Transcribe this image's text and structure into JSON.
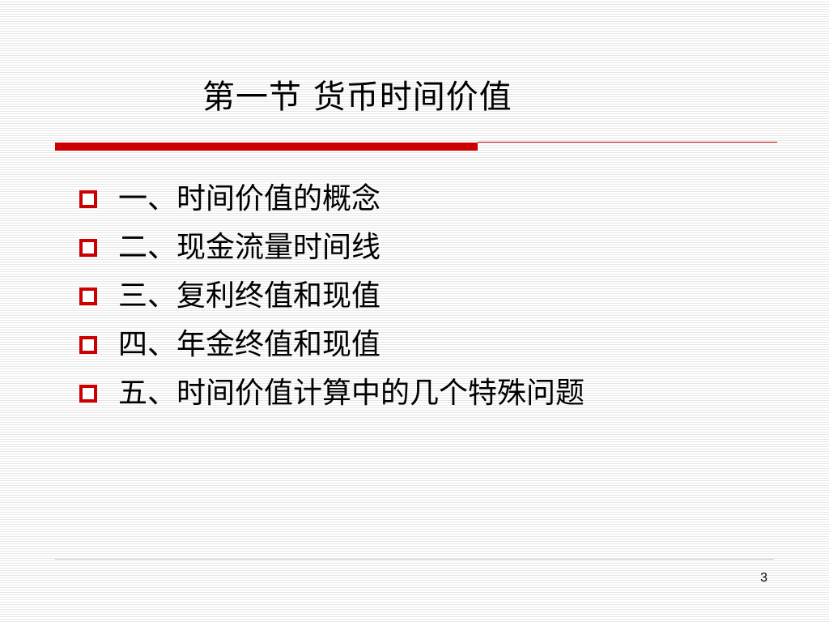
{
  "slide": {
    "title": "第一节   货币时间价值",
    "bullets": [
      "一、时间价值的概念",
      "二、现金流量时间线",
      "三、复利终值和现值",
      "四、年金终值和现值",
      "五、时间价值计算中的几个特殊问题"
    ],
    "page_number": "3"
  },
  "icons": {
    "bullet": "hollow-square-bullet-icon"
  },
  "colors": {
    "accent": "#cc0000",
    "text": "#000000",
    "background_stripe": "#e6e6e6"
  }
}
